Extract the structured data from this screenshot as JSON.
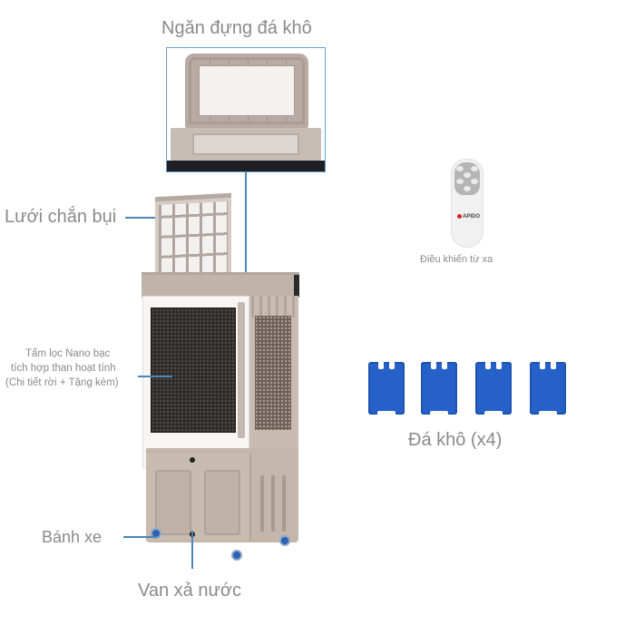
{
  "diagram": {
    "product": "Evaporative air cooler with accessories",
    "colors": {
      "leader_line": "#4a86b8",
      "label_text": "#8a8a8a",
      "body_beige": "#c4b6ab",
      "ice_pack_blue": "#2561c9"
    }
  },
  "labels": {
    "ice_tray": "Ngăn đựng đá khô",
    "dust_screen": "Lưới chắn bụi",
    "filter_line1": "Tấm lọc Nano bạc",
    "filter_line2": "tích hợp than hoạt tính",
    "filter_line3": "(Chi tiết rời + Tặng kèm)",
    "wheels": "Bánh xe",
    "drain_valve": "Van xả nước",
    "remote": "Điều khiển từ xa",
    "ice_packs": "Đá khô (x4)"
  },
  "remote": {
    "brand": "APIDO"
  },
  "ice_packs": {
    "count": 4
  }
}
